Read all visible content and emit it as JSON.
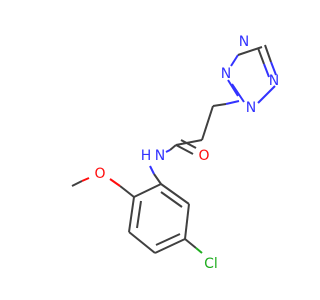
{
  "atom_labels": {
    "tetrazole_n1": "N",
    "tetrazole_n2": "N",
    "tetrazole_n3": "N",
    "tetrazole_n4": "N",
    "amide_n": "N",
    "amide_h": "H",
    "carbonyl_o": "O",
    "methoxy_o": "O",
    "chloro": "Cl"
  },
  "colors": {
    "carbon_bond": "#404040",
    "nitrogen": "#3333ff",
    "oxygen": "#ff0d0d",
    "chlorine": "#1fad1f"
  }
}
